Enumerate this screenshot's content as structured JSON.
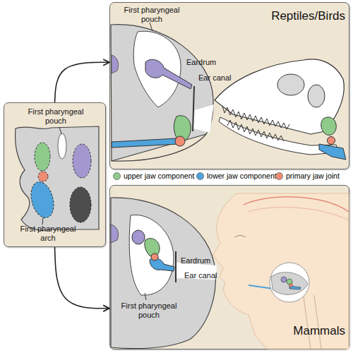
{
  "diagram": {
    "nodes": [
      {
        "text": [
          "First pharyngeal pouch",
          "First pharyngeal arch"
        ]
      },
      {
        "text": [
          "First pharyngeal pouch",
          "Reptiles/Birds",
          "Eardrum",
          "Ear canal"
        ]
      },
      {
        "text": [
          "Eardrum",
          "Ear canal",
          "First pharyngeal pouch",
          "Mammals"
        ]
      }
    ],
    "edges": [
      {
        "from": 0,
        "to": 1,
        "arrow": "to"
      },
      {
        "from": 0,
        "to": 2,
        "arrow": "to"
      }
    ],
    "legend": [
      {
        "text": "upper jaw component",
        "color": "#8ecb8a"
      },
      {
        "text": "lower jaw component",
        "color": "#4ea3dc"
      },
      {
        "text": "primary jaw joint",
        "color": "#ef8c74"
      }
    ]
  }
}
